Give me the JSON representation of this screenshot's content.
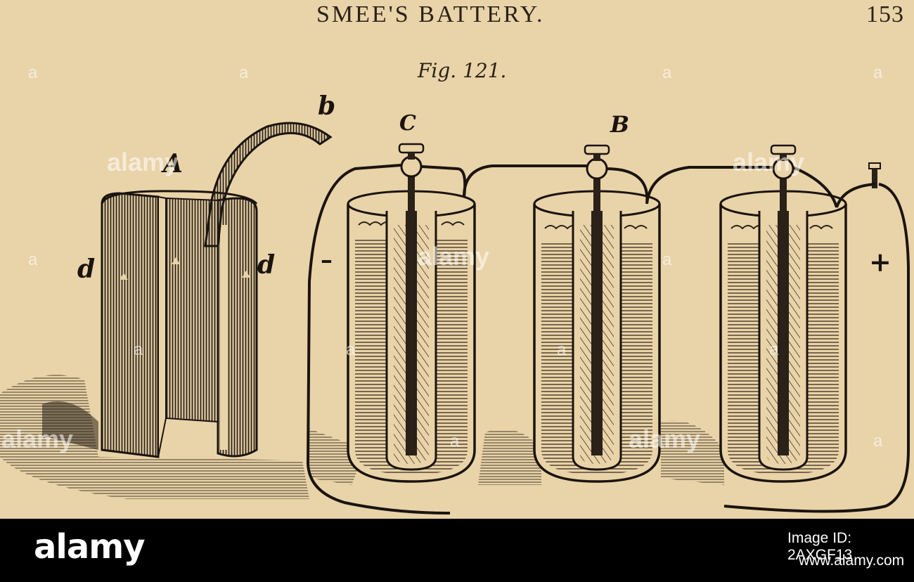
{
  "page": {
    "running_head": "SMEE'S BATTERY.",
    "page_number": "153"
  },
  "figure": {
    "caption": "Fig. 121.",
    "labels": {
      "A": "A",
      "b": "b",
      "C": "C",
      "B": "B",
      "d_left": "d",
      "d_right": "d",
      "minus": "–",
      "plus": "+"
    }
  },
  "watermark": {
    "text": "alamy",
    "letter": "a"
  },
  "footer": {
    "brand": "alamy",
    "image_id": "Image ID: 2AXGF13",
    "site": "www.alamy.com"
  },
  "colors": {
    "paper": "#e9d3a8",
    "ink": "#2a2118",
    "footer_bg": "#000000"
  }
}
